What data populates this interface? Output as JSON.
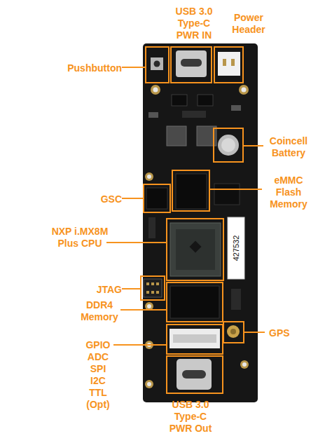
{
  "diagram": {
    "nodes": [
      {
        "text": [
          "USB 3.0 Type-C PWR IN"
        ]
      },
      {
        "text": [
          "Power Header"
        ]
      },
      {
        "text": [
          "Pushbutton"
        ]
      },
      {
        "text": [
          "Coincell Battery"
        ]
      },
      {
        "text": [
          "eMMC Flash Memory"
        ]
      },
      {
        "text": [
          "GSC"
        ]
      },
      {
        "text": [
          "NXP i.MX8M Plus CPU"
        ]
      },
      {
        "text": [
          "JTAG"
        ]
      },
      {
        "text": [
          "DDR4 Memory"
        ]
      },
      {
        "text": [
          "GPS"
        ]
      },
      {
        "text": [
          "GPIO ADC SPI I2C TTL (Opt)"
        ]
      },
      {
        "text": [
          "USB 3.0 Type-C PWR Out"
        ]
      }
    ],
    "labels": [
      "427532"
    ]
  }
}
